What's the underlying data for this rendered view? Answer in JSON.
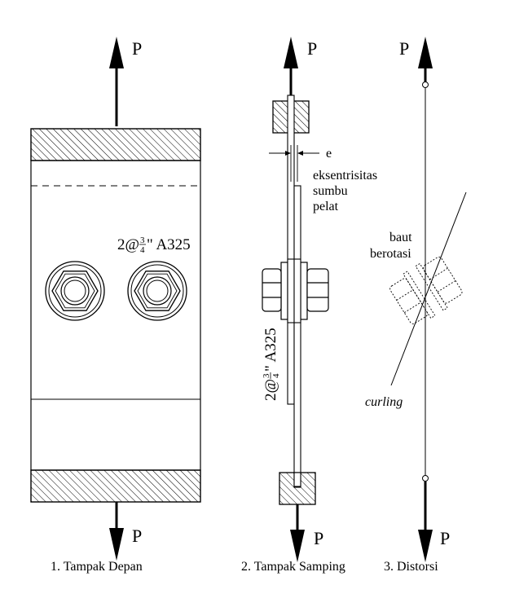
{
  "load_label": "P",
  "front_view": {
    "caption": "1. Tampak Depan",
    "bolt_prefix": "2@",
    "bolt_frac_num": "3",
    "bolt_frac_den": "4",
    "bolt_suffix": "\" A325"
  },
  "side_view": {
    "caption": "2. Tampak Samping",
    "ecc_symbol": "e",
    "ecc_note": [
      "eksentrisitas",
      "sumbu",
      "pelat"
    ],
    "bolt_prefix": "2@",
    "bolt_frac_num": "3",
    "bolt_frac_den": "4",
    "bolt_suffix": "\" A325"
  },
  "distortion_view": {
    "caption": "3. Distorsi",
    "rotation_note": [
      "baut",
      "berotasi"
    ],
    "curling_label": "curling"
  },
  "colors": {
    "ink": "#000000",
    "paper": "#ffffff"
  }
}
